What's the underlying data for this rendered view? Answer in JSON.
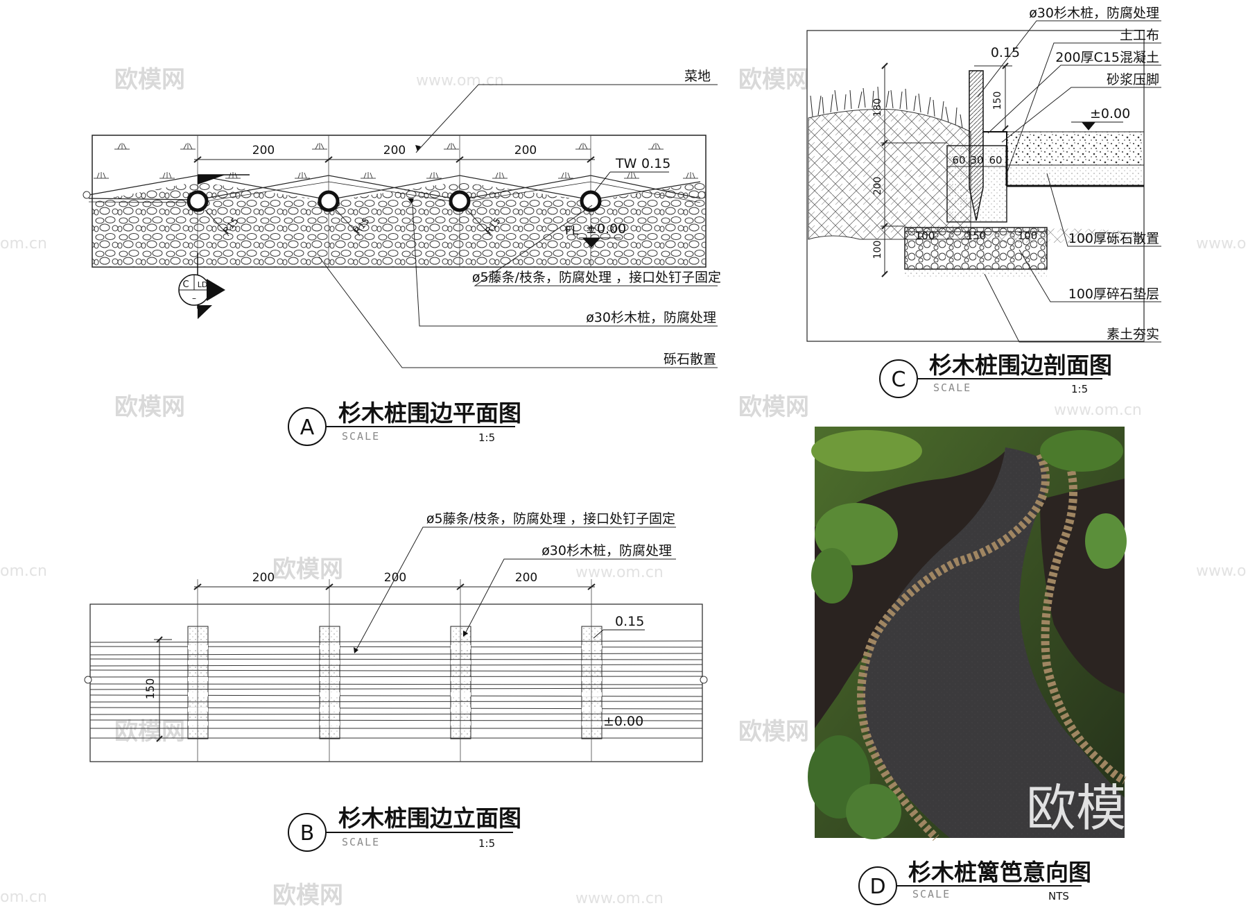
{
  "watermarks": {
    "brand": "欧模网",
    "url": "www.om.cn",
    "url_partial": "om.cn",
    "url_partial_right": "www.o",
    "photo_brand": "欧模"
  },
  "views": {
    "a": {
      "letter": "A",
      "title": "杉木桩围边平面图",
      "scale_word": "SCALE",
      "scale": "1:5",
      "dims": [
        "200",
        "200",
        "200"
      ],
      "label_vegetable": "菜地",
      "label_tw": "TW",
      "tw_value": "0.15",
      "label_fl": "FL",
      "fl_value": "±0.00",
      "radius": [
        "R15",
        "R15",
        "R15"
      ],
      "section_mark_letter": "C",
      "section_mark_sheet": "LD",
      "section_mark_dash": "–",
      "note_rattan": "ø5藤条/枝条，防腐处理 ，接口处钉子固定",
      "note_pile": "ø30杉木桩，防腐处理",
      "note_gravel": "砾石散置"
    },
    "b": {
      "letter": "B",
      "title": "杉木桩围边立面图",
      "scale_word": "SCALE",
      "scale": "1:5",
      "dims": [
        "200",
        "200",
        "200"
      ],
      "height_dim": "150",
      "top_level": "0.15",
      "base_level": "±0.00",
      "note_rattan": "ø5藤条/枝条，防腐处理 ，接口处钉子固定",
      "note_pile": "ø30杉木桩，防腐处理"
    },
    "c": {
      "letter": "C",
      "title": "杉木桩围边剖面图",
      "scale_word": "SCALE",
      "scale": "1:5",
      "labels": [
        "ø30杉木桩，防腐处理",
        "土工布",
        "200厚C15混凝土",
        "砂浆压脚",
        "100厚砾石散置",
        "100厚碎石垫层",
        "素土夯实"
      ],
      "top_value": "0.15",
      "level": "±0.00",
      "dim_150": "150",
      "dim_180": "180",
      "dim_200": "200",
      "dim_100": "100",
      "dim_60a": "60",
      "dim_30": "30",
      "dim_60b": "60",
      "foot_100a": "100",
      "foot_150": "150",
      "foot_100b": "100"
    },
    "d": {
      "letter": "D",
      "title": "杉木桩篱笆意向图",
      "scale_word": "SCALE",
      "scale": "NTS"
    }
  }
}
